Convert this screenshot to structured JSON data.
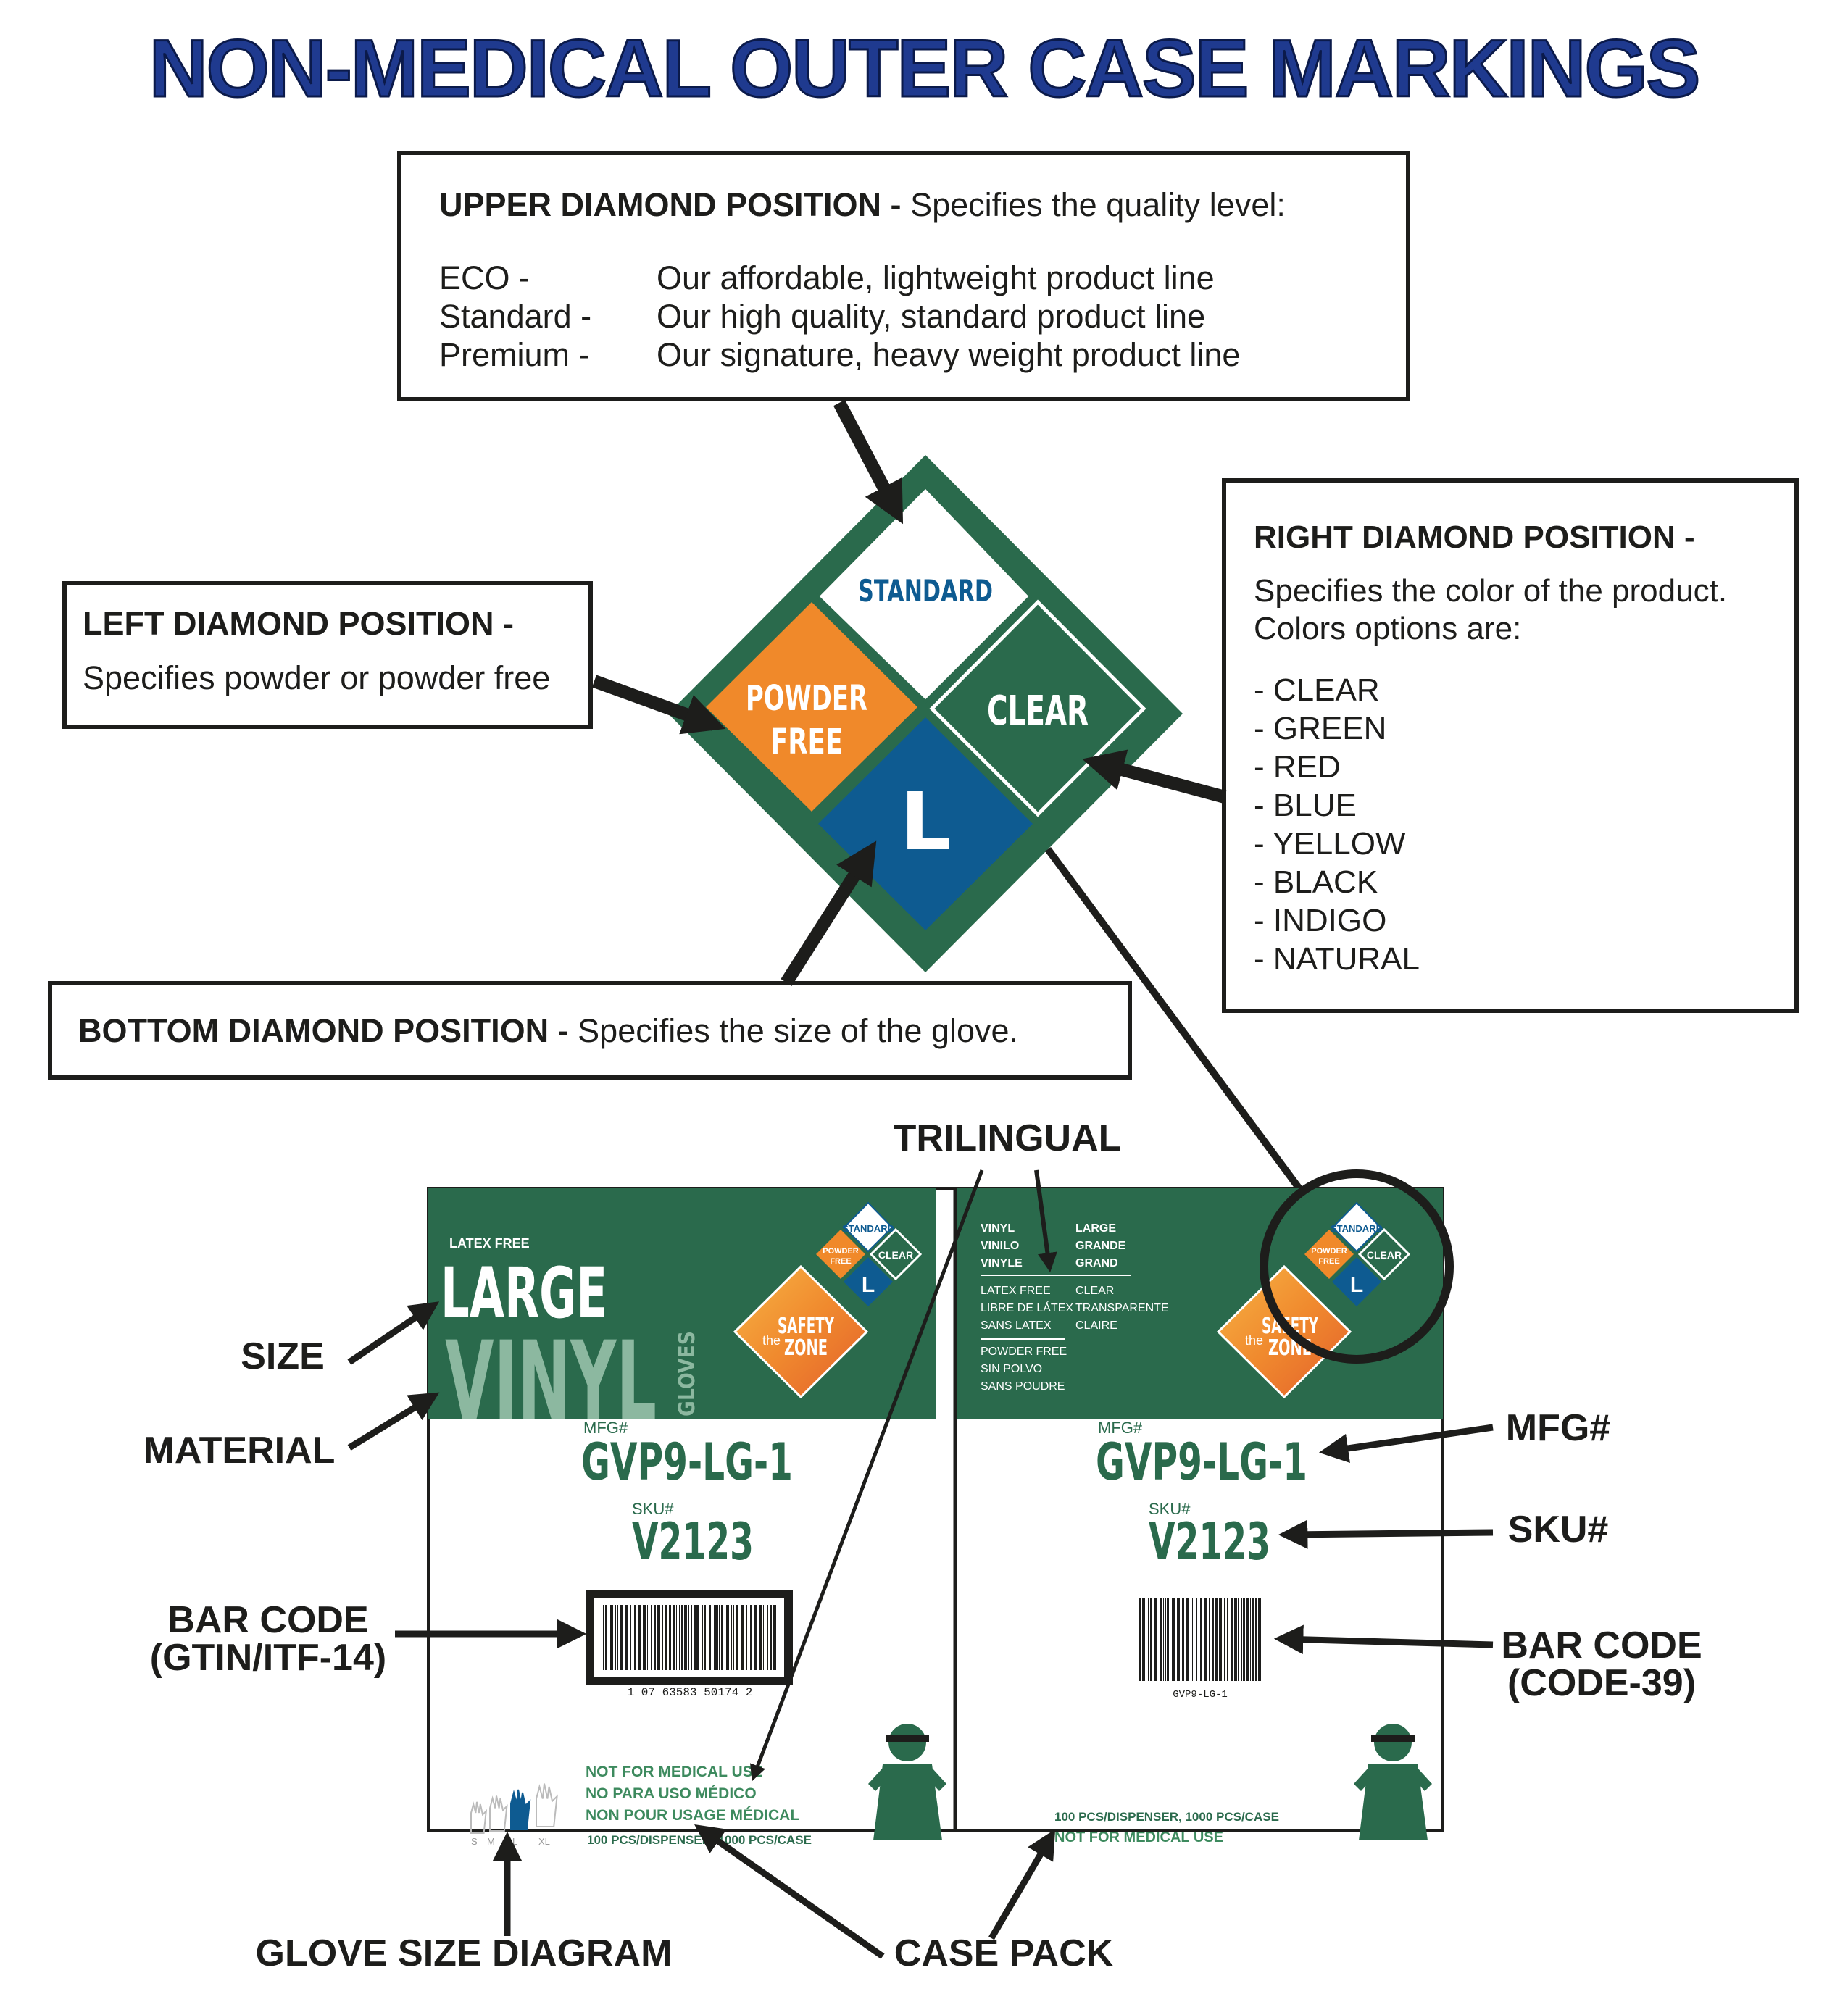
{
  "title": "NON-MEDICAL OUTER CASE MARKINGS",
  "upper_box": {
    "heading": "UPPER DIAMOND POSITION -",
    "desc": "Specifies the quality level:",
    "rows": [
      {
        "key": "ECO -",
        "value": "Our affordable, lightweight product line"
      },
      {
        "key": "Standard -",
        "value": "Our high quality, standard product line"
      },
      {
        "key": "Premium -",
        "value": "Our signature, heavy weight product line"
      }
    ]
  },
  "left_box": {
    "heading": "LEFT DIAMOND POSITION -",
    "desc": "Specifies powder or powder free"
  },
  "right_box": {
    "heading": "RIGHT DIAMOND POSITION -",
    "desc_1": "Specifies the color of the product.",
    "desc_2": "Colors options are:",
    "colors": [
      "- CLEAR",
      "- GREEN",
      "- RED",
      "- BLUE",
      "- YELLOW",
      "- BLACK",
      "- INDIGO",
      "- NATURAL"
    ]
  },
  "bottom_box": {
    "heading": "BOTTOM DIAMOND POSITION -",
    "desc": "Specifies the size of the glove."
  },
  "diamond": {
    "top": "STANDARD",
    "left_1": "POWDER",
    "left_2": "FREE",
    "right": "CLEAR",
    "bottom": "L"
  },
  "callouts": {
    "trilingual": "TRILINGUAL",
    "size": "SIZE",
    "material": "MATERIAL",
    "barcode_left_1": "BAR CODE",
    "barcode_left_2": "(GTIN/ITF-14)",
    "mfg": "MFG#",
    "sku": "SKU#",
    "barcode_right_1": "BAR CODE",
    "barcode_right_2": "(CODE-39)",
    "glove_size_diagram": "GLOVE SIZE DIAGRAM",
    "case_pack": "CASE PACK"
  },
  "case": {
    "latex_free": "LATEX FREE",
    "size_word": "LARGE",
    "material_word": "VINYL",
    "gloves_word": "GLOVES",
    "brand_the": "the",
    "brand_1": "SAFETY",
    "brand_2": "ZONE",
    "mfg_label": "MFG#",
    "mfg_value": "GVP9-LG-1",
    "sku_label": "SKU#",
    "sku_value": "V2123",
    "gtin_digits": "1 07 63583 50174 2",
    "code39_text": "GVP9-LG-1",
    "not_medical_en": "NOT FOR MEDICAL USE",
    "not_medical_es": "NO PARA USO MÉDICO",
    "not_medical_fr": "NON POUR USAGE MÉDICAL",
    "case_pack_text": "100 PCS/DISPENSER, 1000 PCS/CASE",
    "size_letters": [
      "S",
      "M",
      "L",
      "XL"
    ],
    "tri_col1": [
      "VINYL",
      "VINILO",
      "VINYLE",
      "LATEX FREE",
      "LIBRE DE LÁTEX",
      "SANS LATEX",
      "POWDER FREE",
      "SIN POLVO",
      "SANS POUDRE"
    ],
    "tri_col2": [
      "LARGE",
      "GRANDE",
      "GRAND",
      "CLEAR",
      "TRANSPARENTE",
      "CLAIRE"
    ]
  },
  "colors": {
    "green": "#2a6a4c",
    "orange": "#f0892a",
    "blue": "#0e5b91",
    "title_blue": "#1f3a8f",
    "text_green": "#3d8a5e"
  }
}
